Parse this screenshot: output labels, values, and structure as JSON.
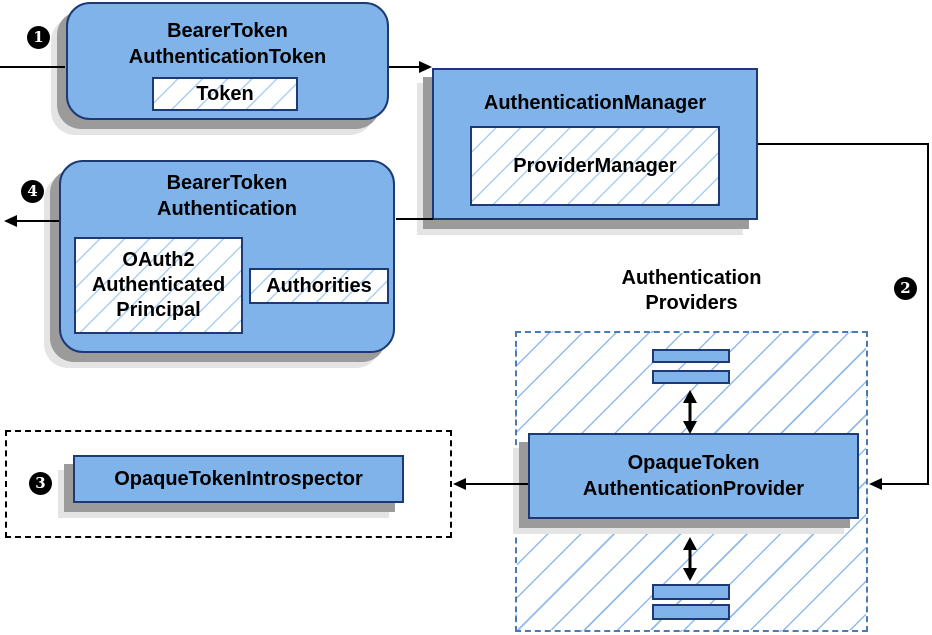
{
  "diagram": {
    "nodes": {
      "bearer_token_authentication_token": {
        "title_line1": "BearerToken",
        "title_line2": "AuthenticationToken",
        "inner_label": "Token"
      },
      "authentication_manager": {
        "title": "AuthenticationManager",
        "inner_label": "ProviderManager"
      },
      "bearer_token_authentication": {
        "title_line1": "BearerToken",
        "title_line2": "Authentication",
        "principal_line1": "OAuth2",
        "principal_line2": "Authenticated",
        "principal_line3": "Principal",
        "authorities_label": "Authorities"
      },
      "authentication_providers": {
        "label_line1": "Authentication",
        "label_line2": "Providers"
      },
      "opaque_token_authentication_provider": {
        "title_line1": "OpaqueToken",
        "title_line2": "AuthenticationProvider"
      },
      "opaque_token_introspector": {
        "title": "OpaqueTokenIntrospector"
      }
    },
    "steps": {
      "step_1": "1",
      "step_2": "2",
      "step_3": "3",
      "step_4": "4"
    },
    "colors": {
      "node_fill": "#7FB3EA",
      "node_border": "#1D3A74",
      "inner_hatch_line": "#AACEF4",
      "container_hatch_line": "#8FBBEC",
      "provider_container_border": "#4A7AB0",
      "introspector_container_border": "#000000",
      "connector": "#000000",
      "shadow_dark": "#9B9B9B",
      "shadow_light": "#E4E4E4",
      "badge_background": "#000000",
      "badge_text": "#FFFFFF"
    }
  }
}
